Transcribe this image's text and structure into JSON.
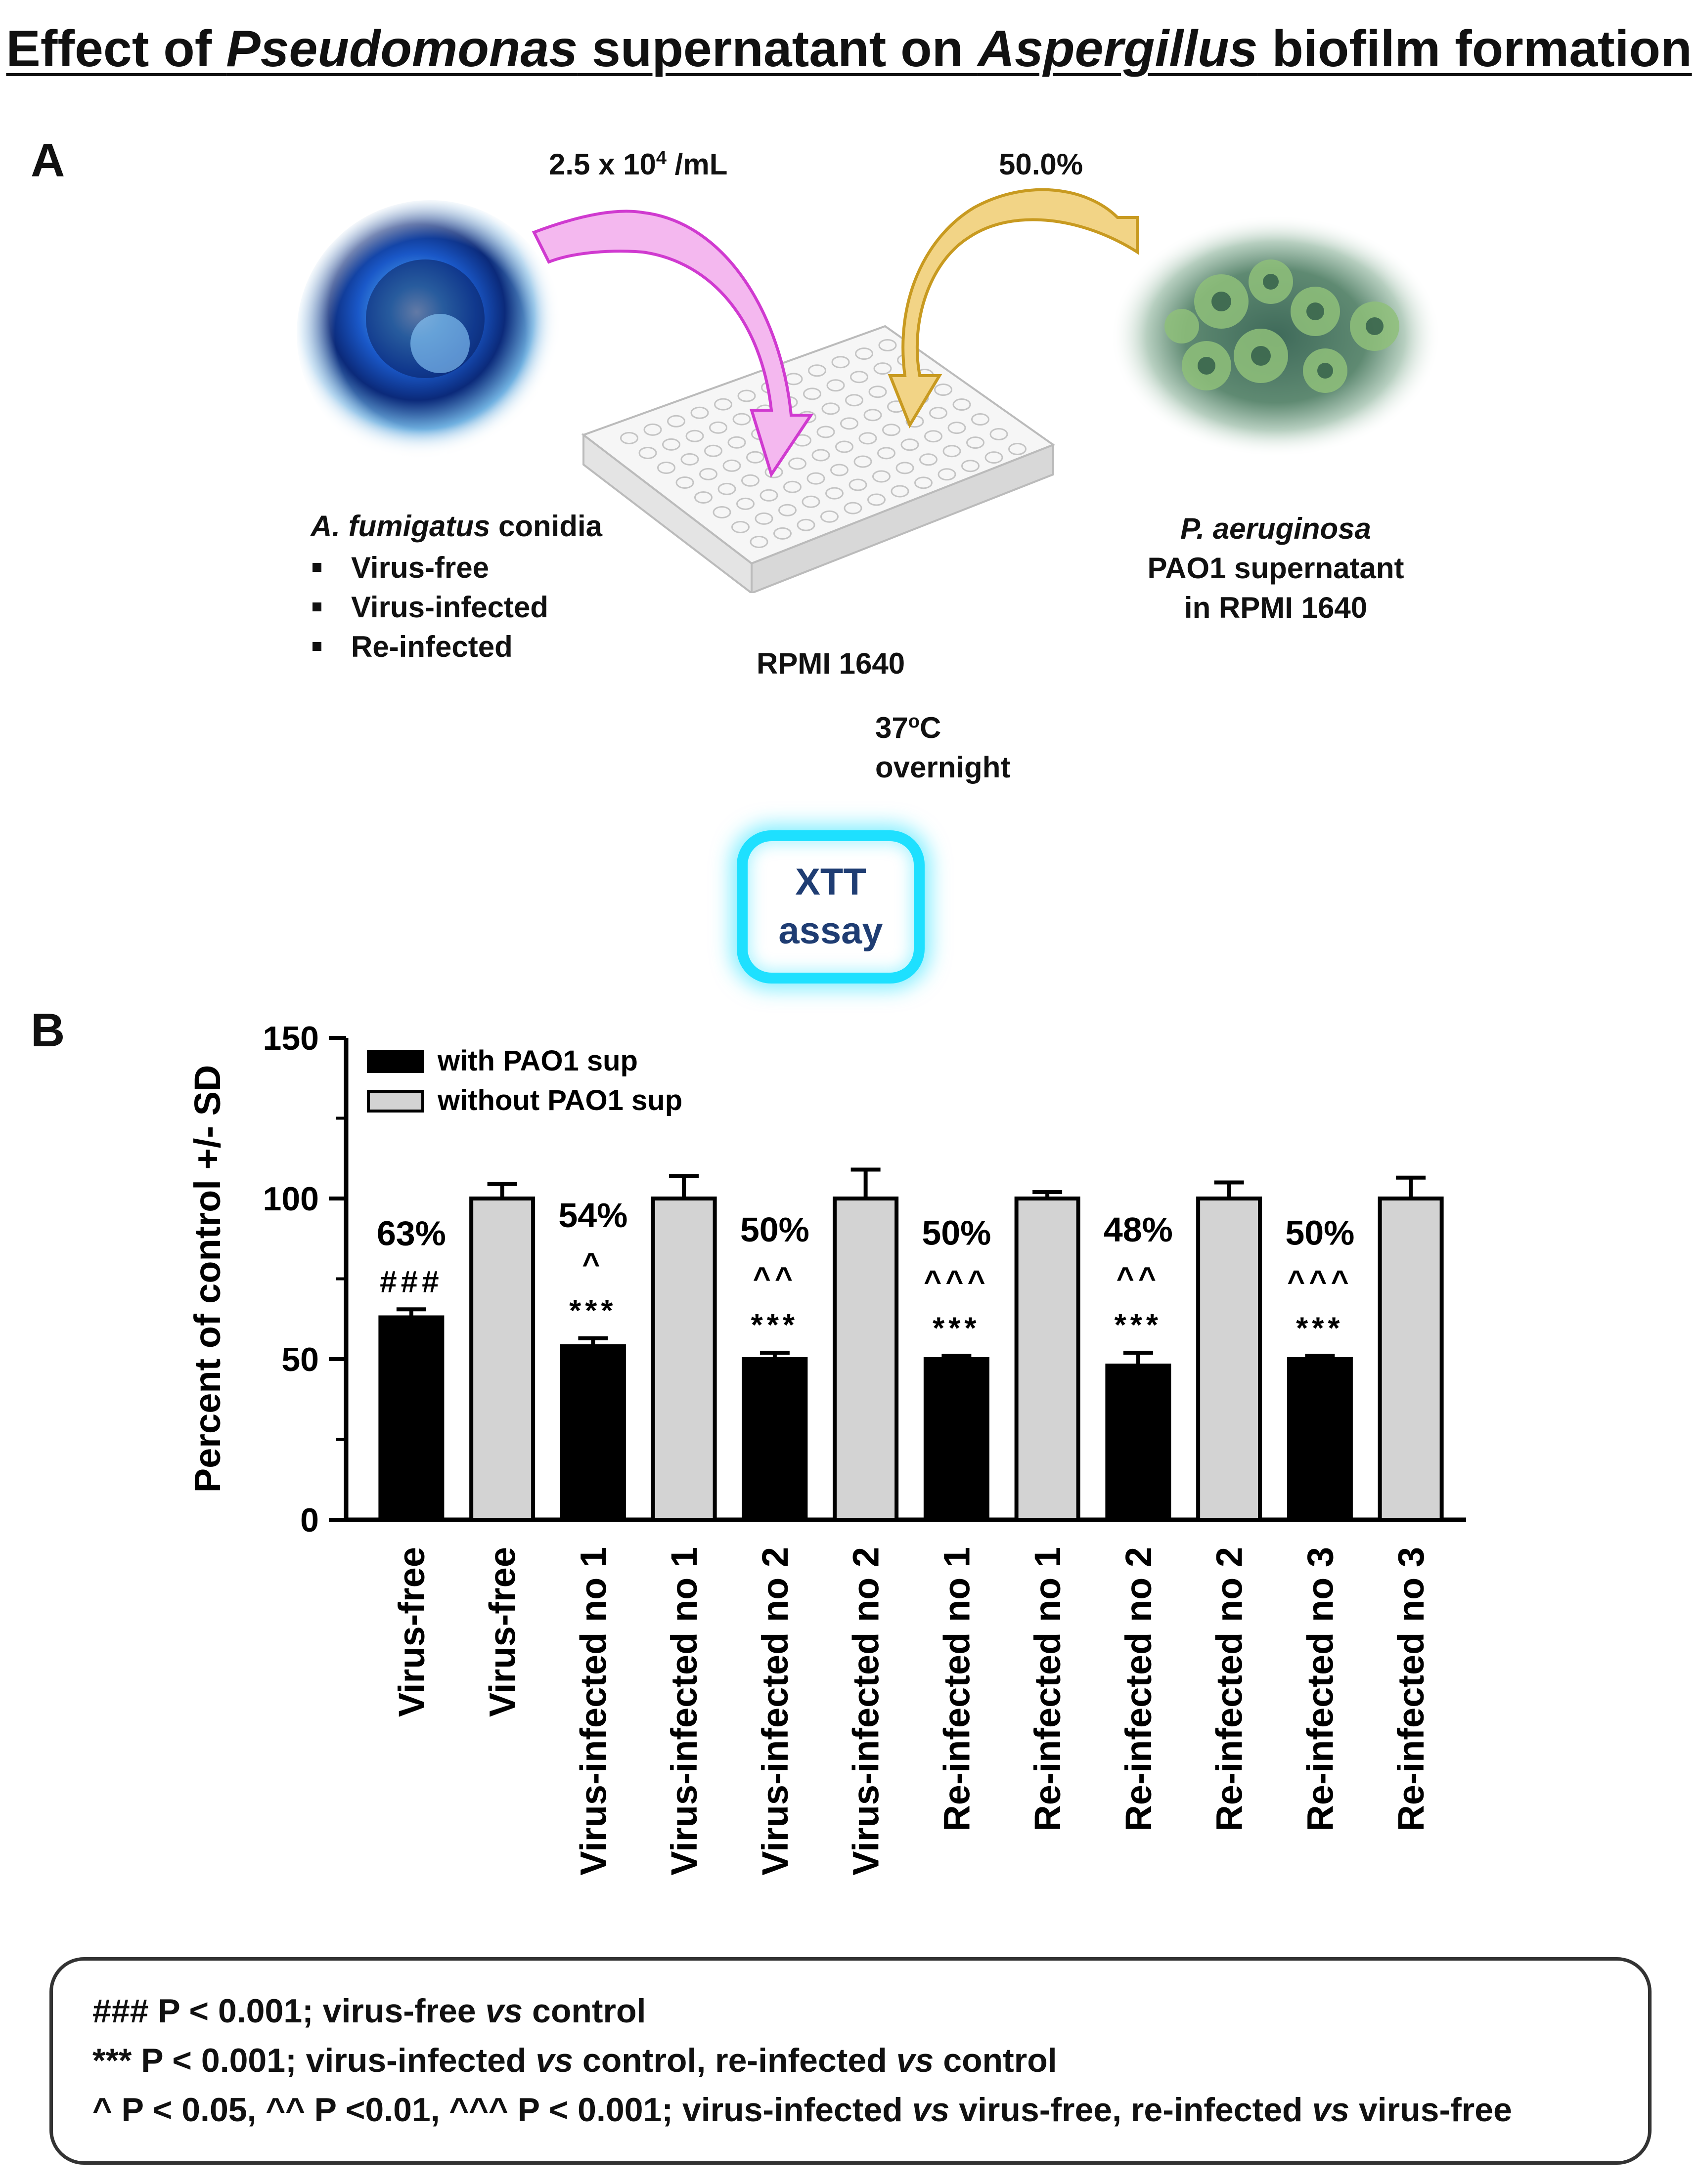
{
  "figure": {
    "title": {
      "part1": "Effect of ",
      "italic1": "Pseudomonas",
      "part2": " supernatant on ",
      "italic2": "Aspergillus",
      "part3": " biofilm formation"
    },
    "panel_a": {
      "letter": "A",
      "conidia_dose": "2.5 x 10",
      "conidia_dose_exp": "4",
      "conidia_dose_unit": " /mL",
      "supernatant_pct": "50.0%",
      "fungus_label_italic": "A. fumigatus",
      "fungus_label_rest": " conidia",
      "fungus_items": [
        "Virus-free",
        "Virus-infected",
        "Re-infected"
      ],
      "bacteria_label_italic": "P. aeruginosa",
      "bacteria_line2": "PAO1 supernatant",
      "bacteria_line3": "in RPMI 1640",
      "medium": "RPMI 1640",
      "temp": "37",
      "temp_sup": "o",
      "temp_unit": "C",
      "incubation": "overnight",
      "assay_line1": "XTT",
      "assay_line2": "assay"
    },
    "panel_b": {
      "letter": "B"
    },
    "legend_box": {
      "line1_a": "### P < 0.001; virus-free ",
      "line1_vs": "vs",
      "line1_b": " control",
      "line2_a": "*** P < 0.001; virus-infected ",
      "line2_vs1": "vs",
      "line2_b": " control, re-infected ",
      "line2_vs2": "vs",
      "line2_c": " control",
      "line3_a": "^ P < 0.05, ^^ P <0.01, ^^^ P < 0.001; virus-infected ",
      "line3_vs1": "vs",
      "line3_b": " virus-free, re-infected ",
      "line3_vs2": "vs",
      "line3_c": " virus-free"
    }
  },
  "colors": {
    "with": "#000000",
    "without": "#d3d3d3",
    "pink_arrow": "#e055d8",
    "gold_arrow": "#e0b840",
    "glow": "#1ee0ff"
  },
  "chart_data": {
    "type": "bar",
    "ylabel": "Percent of control +/- SD",
    "ylim": [
      0,
      150
    ],
    "yticks": [
      0,
      50,
      100,
      150
    ],
    "legend": {
      "placement": "top-left",
      "entries": [
        "with PAO1 sup",
        "without PAO1 sup"
      ]
    },
    "categories": [
      "Virus-free",
      "Virus-free",
      "Virus-infected no 1",
      "Virus-infected no 1",
      "Virus-infected no 2",
      "Virus-infected no 2",
      "Re-infected no 1",
      "Re-infected no 1",
      "Re-infected no 2",
      "Re-infected no 2",
      "Re-infected no 3",
      "Re-infected no 3"
    ],
    "series_of_bar": [
      "with PAO1 sup",
      "without PAO1 sup",
      "with PAO1 sup",
      "without PAO1 sup",
      "with PAO1 sup",
      "without PAO1 sup",
      "with PAO1 sup",
      "without PAO1 sup",
      "with PAO1 sup",
      "without PAO1 sup",
      "with PAO1 sup",
      "without PAO1 sup"
    ],
    "values": [
      63,
      100,
      54,
      100,
      50,
      100,
      50,
      100,
      48,
      100,
      50,
      100
    ],
    "errors": [
      2.5,
      4.5,
      2.5,
      7,
      2,
      9,
      1,
      2,
      4,
      5,
      1,
      6.5
    ],
    "annotations": [
      {
        "bar": 0,
        "lines": [
          "63%",
          "###"
        ]
      },
      {
        "bar": 2,
        "lines": [
          "54%",
          "^",
          "***"
        ]
      },
      {
        "bar": 4,
        "lines": [
          "50%",
          "^^",
          "***"
        ]
      },
      {
        "bar": 6,
        "lines": [
          "50%",
          "^^^",
          "***"
        ]
      },
      {
        "bar": 8,
        "lines": [
          "48%",
          "^^",
          "***"
        ]
      },
      {
        "bar": 10,
        "lines": [
          "50%",
          "^^^",
          "***"
        ]
      }
    ]
  }
}
